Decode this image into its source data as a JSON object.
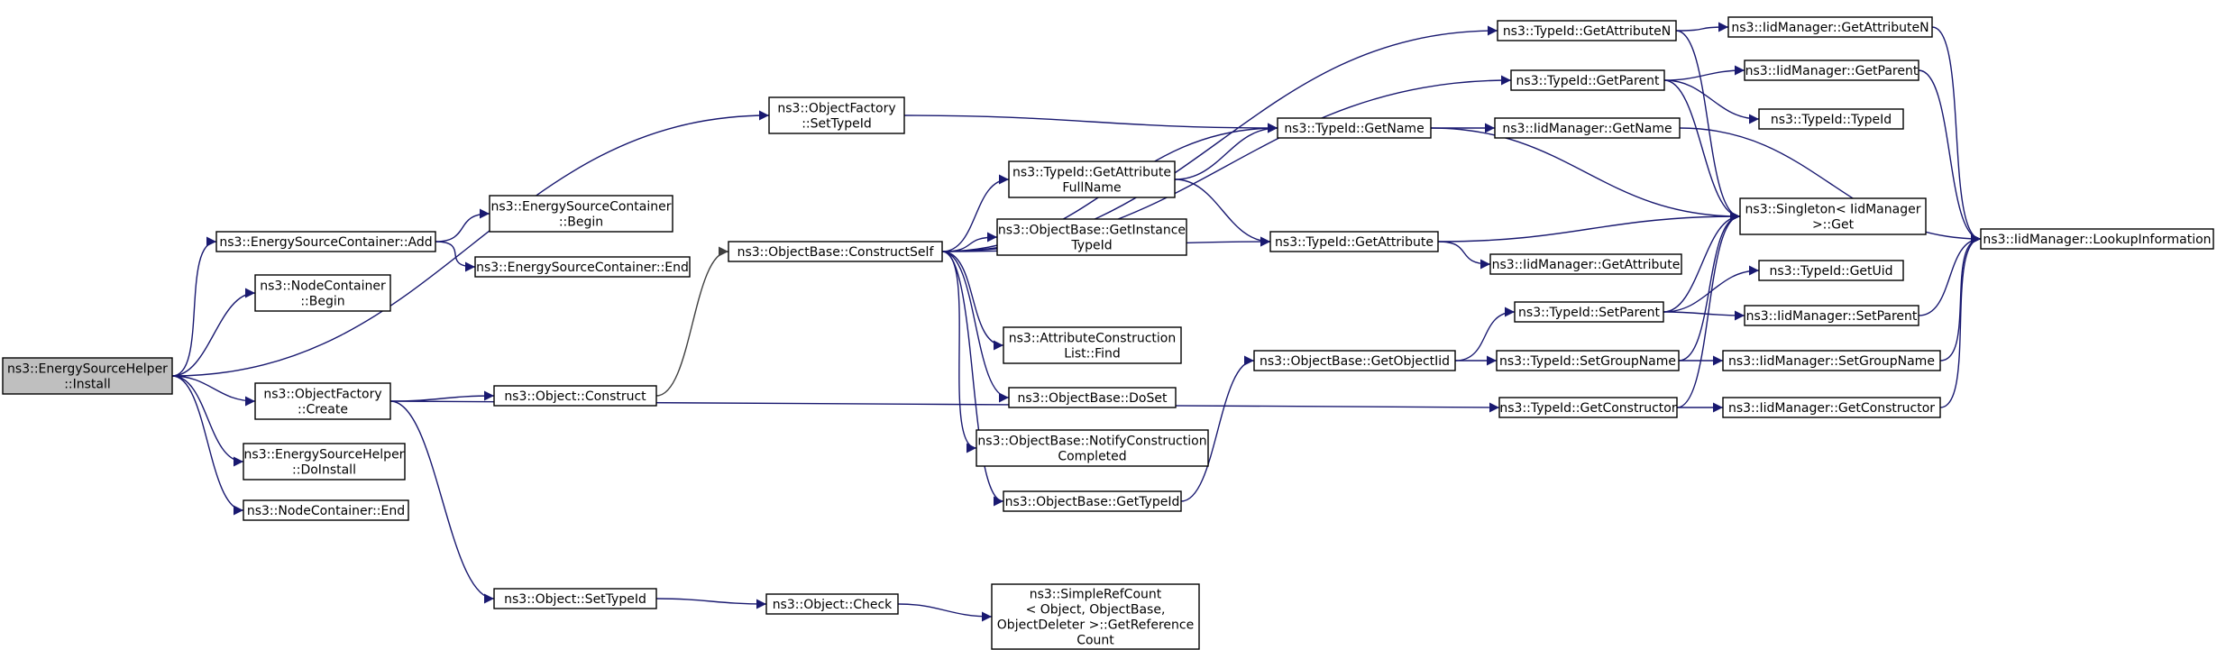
{
  "colors": {
    "edge": "#191970",
    "root_fill": "#bfbfbf",
    "node_fill": "#ffffff",
    "border": "#000000"
  },
  "nodes": {
    "install": [
      "ns3::EnergySourceHelper",
      "::Install"
    ],
    "escAdd": [
      "ns3::EnergySourceContainer::Add"
    ],
    "escBegin": [
      "ns3::EnergySourceContainer",
      "::Begin"
    ],
    "escEnd": [
      "ns3::EnergySourceContainer::End"
    ],
    "ncBegin": [
      "ns3::NodeContainer",
      "::Begin"
    ],
    "ofCreate": [
      "ns3::ObjectFactory",
      "::Create"
    ],
    "doInstall": [
      "ns3::EnergySourceHelper",
      "::DoInstall"
    ],
    "ncEnd": [
      "ns3::NodeContainer::End"
    ],
    "ofSetTypeId": [
      "ns3::ObjectFactory",
      "::SetTypeId"
    ],
    "objConstruct": [
      "ns3::Object::Construct"
    ],
    "objSetTypeId": [
      "ns3::Object::SetTypeId"
    ],
    "objCheck": [
      "ns3::Object::Check"
    ],
    "srcGetRef": [
      "ns3::SimpleRefCount",
      "< Object, ObjectBase,",
      "ObjectDeleter >::GetReference",
      "Count"
    ],
    "constructSelf": [
      "ns3::ObjectBase::ConstructSelf"
    ],
    "tidGetAttrFullName": [
      "ns3::TypeId::GetAttribute",
      "FullName"
    ],
    "obGetInstanceTypeId": [
      "ns3::ObjectBase::GetInstance",
      "TypeId"
    ],
    "aclFind": [
      "ns3::AttributeConstruction",
      "List::Find"
    ],
    "obDoSet": [
      "ns3::ObjectBase::DoSet"
    ],
    "obNotify": [
      "ns3::ObjectBase::NotifyConstruction",
      "Completed"
    ],
    "obGetTypeId": [
      "ns3::ObjectBase::GetTypeId"
    ],
    "tidGetAttributeN": [
      "ns3::TypeId::GetAttributeN"
    ],
    "tidGetParent": [
      "ns3::TypeId::GetParent"
    ],
    "tidGetName": [
      "ns3::TypeId::GetName"
    ],
    "tidGetAttribute": [
      "ns3::TypeId::GetAttribute"
    ],
    "obGetObjectIid": [
      "ns3::ObjectBase::GetObjectIid"
    ],
    "tidSetParent": [
      "ns3::TypeId::SetParent"
    ],
    "tidSetGroupName": [
      "ns3::TypeId::SetGroupName"
    ],
    "tidGetConstructor": [
      "ns3::TypeId::GetConstructor"
    ],
    "iidGetAttributeN": [
      "ns3::IidManager::GetAttributeN"
    ],
    "iidGetParent": [
      "ns3::IidManager::GetParent"
    ],
    "tidTypeId": [
      "ns3::TypeId::TypeId"
    ],
    "iidGetName": [
      "ns3::IidManager::GetName"
    ],
    "singletonGet": [
      "ns3::Singleton< IidManager",
      ">::Get"
    ],
    "iidGetAttribute": [
      "ns3::IidManager::GetAttribute"
    ],
    "tidGetUid": [
      "ns3::TypeId::GetUid"
    ],
    "iidSetParent": [
      "ns3::IidManager::SetParent"
    ],
    "iidSetGroupName": [
      "ns3::IidManager::SetGroupName"
    ],
    "iidGetConstructor": [
      "ns3::IidManager::GetConstructor"
    ],
    "iidLookup": [
      "ns3::IidManager::LookupInformation"
    ]
  }
}
